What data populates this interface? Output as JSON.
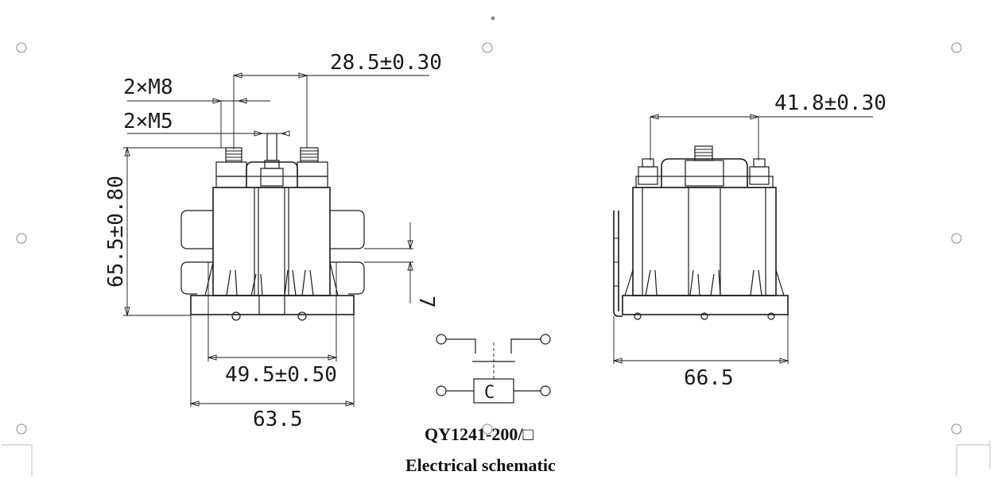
{
  "labels": {
    "m8": "2×M8",
    "m5": "2×M5",
    "dim_285": "28.5±0.30",
    "dim_655": "65.5±0.80",
    "dim_495": "49.5±0.50",
    "dim_635": "63.5",
    "dim_7": "7",
    "dim_418": "41.8±0.30",
    "dim_665": "66.5",
    "coil": "C"
  },
  "caption": {
    "model": "QY1241-200/□",
    "title": "Electrical schematic"
  }
}
